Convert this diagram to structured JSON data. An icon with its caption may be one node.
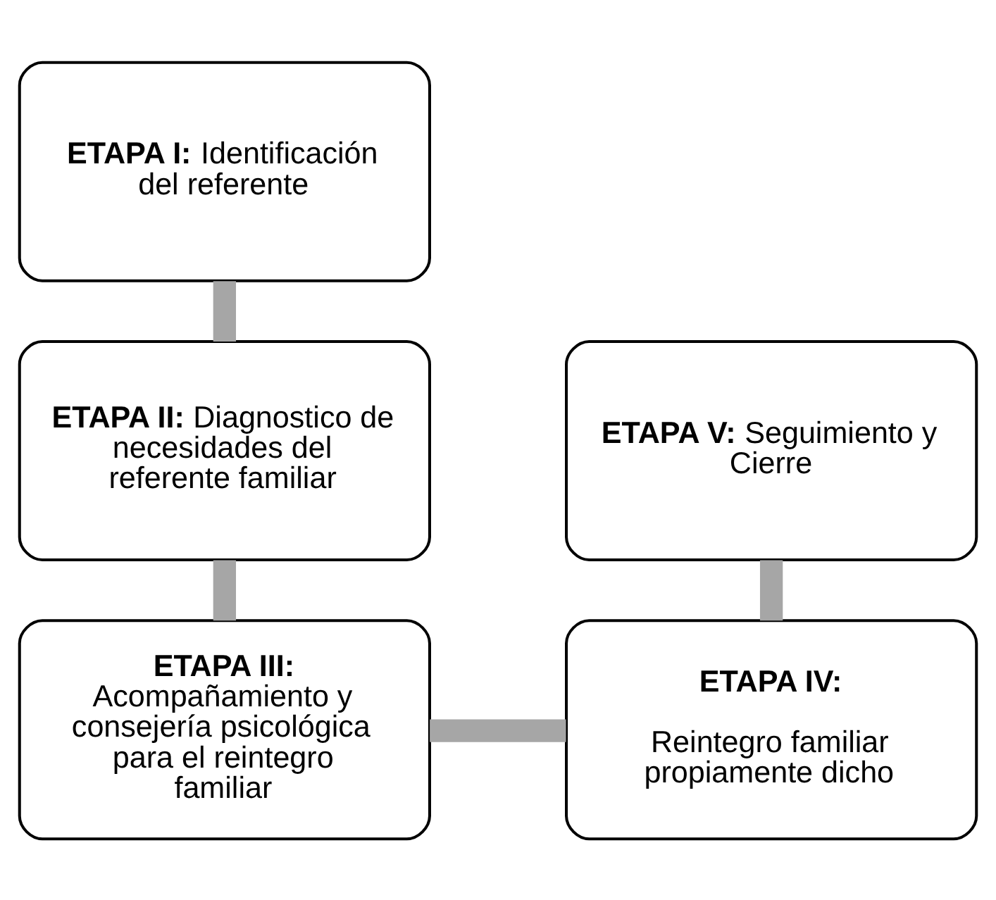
{
  "diagram": {
    "nodes": [
      {
        "text": [
          "**ETAPA I:** Identificación del referente"
        ]
      },
      {
        "text": [
          "**ETAPA II:** Diagnostico de necesidades del referente familiar"
        ]
      },
      {
        "text": [
          "**ETAPA V:** Seguimiento y Cierre"
        ]
      },
      {
        "text": [
          "**ETAPA III:** Acompañamiento y consejería psicológica para el reintegro familiar"
        ]
      },
      {
        "text": [
          "**ETAPA IV:**",
          "Reintegro familiar propiamente dicho"
        ]
      }
    ],
    "edges": [
      {
        "from": 0,
        "to": 1,
        "arrow": "none"
      },
      {
        "from": 1,
        "to": 3,
        "arrow": "none"
      },
      {
        "from": 3,
        "to": 4,
        "arrow": "none"
      },
      {
        "from": 2,
        "to": 4,
        "arrow": "none"
      }
    ]
  }
}
